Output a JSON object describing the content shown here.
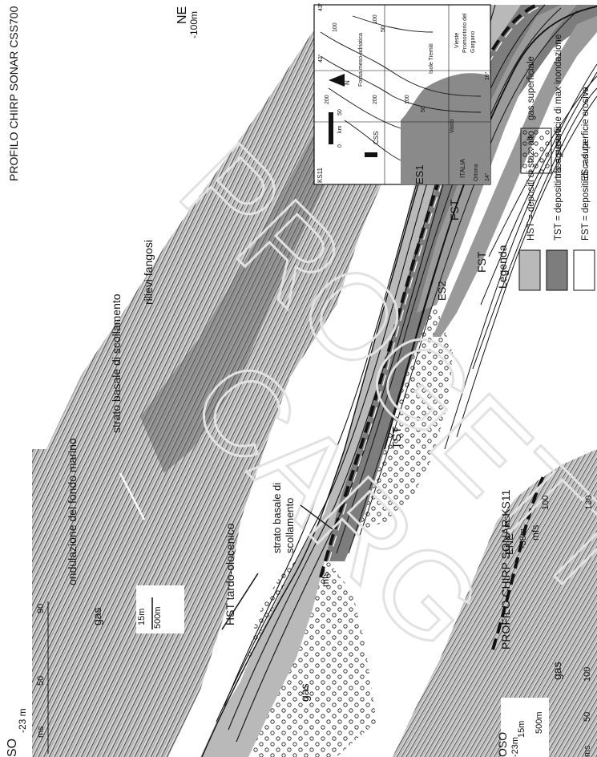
{
  "profile_top": {
    "title": "PROFILO CHIRP SONAR CSS700",
    "start_label": "SO",
    "start_depth": "-23 m",
    "end_label": "NE",
    "end_depth": "-100m",
    "axis_unit": "ms",
    "axis_ticks": [
      "50",
      "90"
    ],
    "scale_vertical": "15m",
    "scale_horizontal": "500m",
    "labels": {
      "gas": "gas",
      "ondulazione": "ondulazione del fondo marino",
      "strato_basale": "strato basale di scollamento",
      "rilievi": "rilievi fangosi"
    }
  },
  "interpretation": {
    "hst_label": "HST tardo-olocenico",
    "gas_label": "gas",
    "mfs_label": "mfs",
    "strato_basale_line1": "strato basale di",
    "strato_basale_line2": "scollamento",
    "tst_label": "TST",
    "es1_label": "ES1",
    "es2_label": "ES2",
    "fst_label_1": "FST",
    "fst_label_2": "FST"
  },
  "profile_bottom": {
    "title": "PROFILO CHIRP SONAR KS11",
    "start_label": "OSO",
    "start_depth": "-23m",
    "end_label": "ENE",
    "end_depth": "-58m",
    "mfs_label": "mfs",
    "gas_label": "gas",
    "axis_unit": "ms",
    "axis_ticks_left": [
      "50",
      "100"
    ],
    "axis_ticks_right": [
      "100",
      "130"
    ],
    "scale_vertical": "15m",
    "scale_horizontal": "500m"
  },
  "legend": {
    "title": "Legenda",
    "items": [
      {
        "code": "hst",
        "text": "HST = depositi di staz. alto",
        "fill": "#b9b9b9"
      },
      {
        "code": "tst",
        "text": "TST = depositi trasagressivi",
        "fill": "#7d7d7d"
      },
      {
        "code": "fst",
        "text": "FST = depositi di caduta",
        "fill": "#ffffff"
      }
    ],
    "gas_text": "gas superficiale",
    "mfs_text": "mfs = superficie di max inondazione",
    "es_text": "ES = superficie erosiva"
  },
  "map": {
    "labels": {
      "fossa": "Fossa meso-adriatica",
      "isole": "Isole Tremiti",
      "vieste": "Vieste",
      "promontorio_1": "Promontorio del",
      "promontorio_2": "Gargano",
      "ortona": "Ortona",
      "vasto": "Vasto",
      "italia": "ITALIA",
      "css": "CSS",
      "ks": "KS11",
      "north": "N",
      "km": "km",
      "km_0": "0",
      "km_50": "50",
      "lat_43": "43°",
      "lat_42": "42°",
      "lon_14": "14°",
      "lon_16": "16°"
    },
    "isobaths": [
      "100",
      "200",
      "200",
      "100",
      "50",
      "50",
      "100"
    ]
  },
  "watermark": {
    "line1": "PROGETTO",
    "line2": "CARG"
  },
  "colors": {
    "hst": "#b9b9b9",
    "tst": "#7d7d7d",
    "seismic_bg": "#c8c8c8",
    "line": "#111111"
  }
}
